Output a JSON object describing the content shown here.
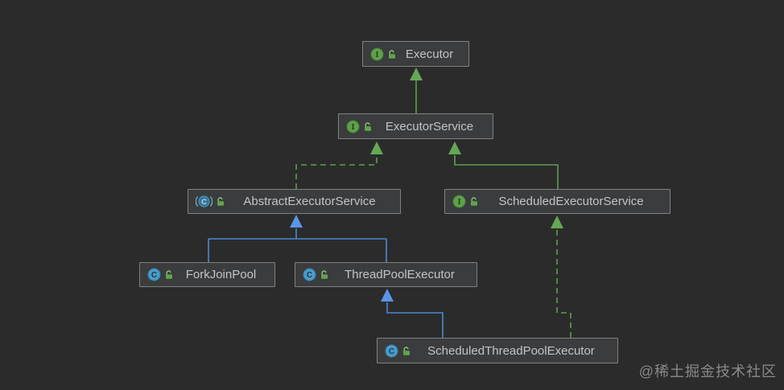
{
  "diagram": {
    "kind": "uml-class-diagram",
    "nodes": [
      {
        "id": "executor",
        "label": "Executor",
        "type": "interface",
        "badge": "lock"
      },
      {
        "id": "executorService",
        "label": "ExecutorService",
        "type": "interface",
        "badge": "lock"
      },
      {
        "id": "abstractExecutorService",
        "label": "AbstractExecutorService",
        "type": "abstract-class",
        "badge": "lock"
      },
      {
        "id": "scheduledExecutorService",
        "label": "ScheduledExecutorService",
        "type": "interface",
        "badge": "lock"
      },
      {
        "id": "forkJoinPool",
        "label": "ForkJoinPool",
        "type": "class",
        "badge": "lock"
      },
      {
        "id": "threadPoolExecutor",
        "label": "ThreadPoolExecutor",
        "type": "class",
        "badge": "lock"
      },
      {
        "id": "scheduledThreadPoolExecutor",
        "label": "ScheduledThreadPoolExecutor",
        "type": "class",
        "badge": "lock"
      }
    ],
    "edges": [
      {
        "from": "ExecutorService",
        "to": "Executor",
        "relation": "extends",
        "line": "solid",
        "color": "#5e9e50"
      },
      {
        "from": "AbstractExecutorService",
        "to": "ExecutorService",
        "relation": "implements",
        "line": "dashed",
        "color": "#5e9e50"
      },
      {
        "from": "ScheduledExecutorService",
        "to": "ExecutorService",
        "relation": "extends",
        "line": "solid",
        "color": "#5e9e50"
      },
      {
        "from": "ForkJoinPool",
        "to": "AbstractExecutorService",
        "relation": "extends",
        "line": "solid",
        "color": "#4d86d2"
      },
      {
        "from": "ThreadPoolExecutor",
        "to": "AbstractExecutorService",
        "relation": "extends",
        "line": "solid",
        "color": "#4d86d2"
      },
      {
        "from": "ScheduledThreadPoolExecutor",
        "to": "ThreadPoolExecutor",
        "relation": "extends",
        "line": "solid",
        "color": "#4d86d2"
      },
      {
        "from": "ScheduledThreadPoolExecutor",
        "to": "ScheduledExecutorService",
        "relation": "implements",
        "line": "dashed",
        "color": "#5e9e50"
      }
    ],
    "colors": {
      "background": "#2b2b2b",
      "node_fill": "#3a3c3d",
      "node_border": "#7f8184",
      "node_text": "#c2c4c8",
      "green_edge": "#5e9e50",
      "blue_edge": "#4d86d2",
      "interface_icon": "#5da248",
      "class_icon": "#4a9cc9",
      "lock_badge": "#61a44c",
      "watermark_text": "#9a9a9a"
    },
    "watermark": "@稀土掘金技术社区"
  }
}
